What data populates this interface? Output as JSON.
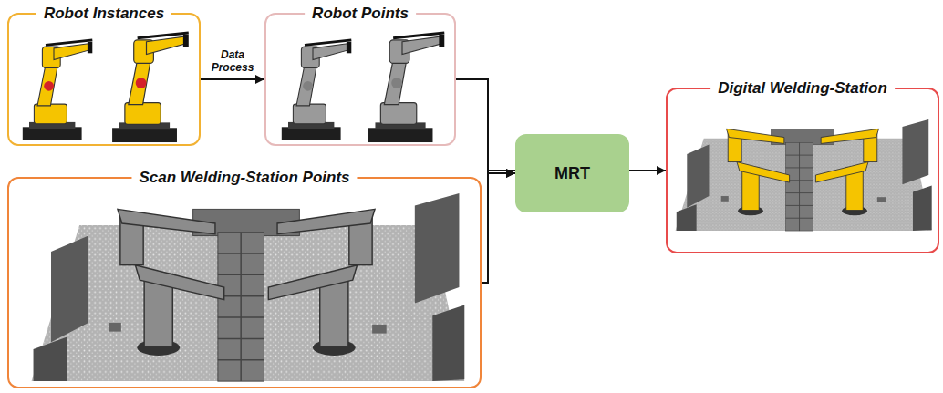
{
  "diagram": {
    "nodes": [
      {
        "text": [
          "Robot Instances"
        ]
      },
      {
        "text": [
          "Robot Points"
        ]
      },
      {
        "text": [
          "Scan Welding-Station Points"
        ]
      },
      {
        "text": [
          "MRT"
        ]
      },
      {
        "text": [
          "Digital Welding-Station"
        ]
      }
    ],
    "edges": [
      {
        "from": 0,
        "to": 1,
        "label": "Data Process",
        "arrow": "to"
      },
      {
        "from": 1,
        "to": 3,
        "arrow": "to"
      },
      {
        "from": 2,
        "to": 3,
        "arrow": "to"
      },
      {
        "from": 3,
        "to": 4,
        "arrow": "to"
      }
    ]
  }
}
